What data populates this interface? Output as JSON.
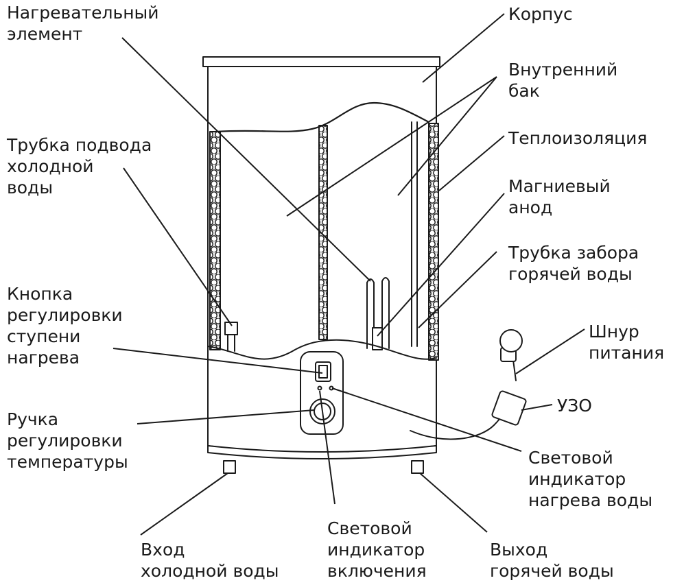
{
  "labels": {
    "heating_element": [
      "Нагревательный",
      "элемент"
    ],
    "housing": [
      "Корпус"
    ],
    "inner_tank": [
      "Внутренний",
      "бак"
    ],
    "cold_pipe": [
      "Трубка подвода",
      "холодной",
      "воды"
    ],
    "insulation": [
      "Теплоизоляция"
    ],
    "anode": [
      "Магниевый",
      "анод"
    ],
    "hot_pipe": [
      "Трубка забора",
      "горячей воды"
    ],
    "stage_button": [
      "Кнопка",
      "регулировки",
      "ступени",
      "нагрева"
    ],
    "power_cord": [
      "Шнур",
      "питания"
    ],
    "rcd": [
      "УЗО"
    ],
    "temp_knob": [
      "Ручка",
      "регулировки",
      "температуры"
    ],
    "heat_indicator": [
      "Световой",
      "индикатор",
      "нагрева воды"
    ],
    "cold_inlet": [
      "Вход",
      "холодной воды"
    ],
    "power_indicator": [
      "Световой",
      "индикатор",
      "включения"
    ],
    "hot_outlet": [
      "Выход",
      "горячей воды"
    ]
  },
  "colors": {
    "line": "#1a1a1a",
    "tank_fill": "#ffffff",
    "insulation_fill": "#d9d9d9"
  }
}
